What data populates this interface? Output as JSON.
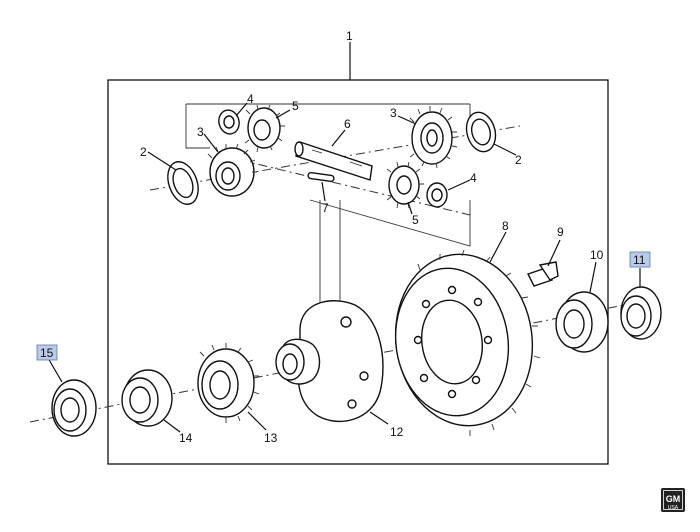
{
  "callouts": {
    "c1": "1",
    "c2a": "2",
    "c2b": "2",
    "c3a": "3",
    "c3b": "3",
    "c4a": "4",
    "c4b": "4",
    "c5a": "5",
    "c5b": "5",
    "c6": "6",
    "c7": "7",
    "c8": "8",
    "c9": "9",
    "c10": "10",
    "c11": "11",
    "c12": "12",
    "c13": "13",
    "c14": "14",
    "c15": "15"
  },
  "highlighted_callouts": [
    "11",
    "15"
  ],
  "highlight_color": "#b9cbe6",
  "logo": {
    "line1": "GM",
    "line2": "USA"
  }
}
